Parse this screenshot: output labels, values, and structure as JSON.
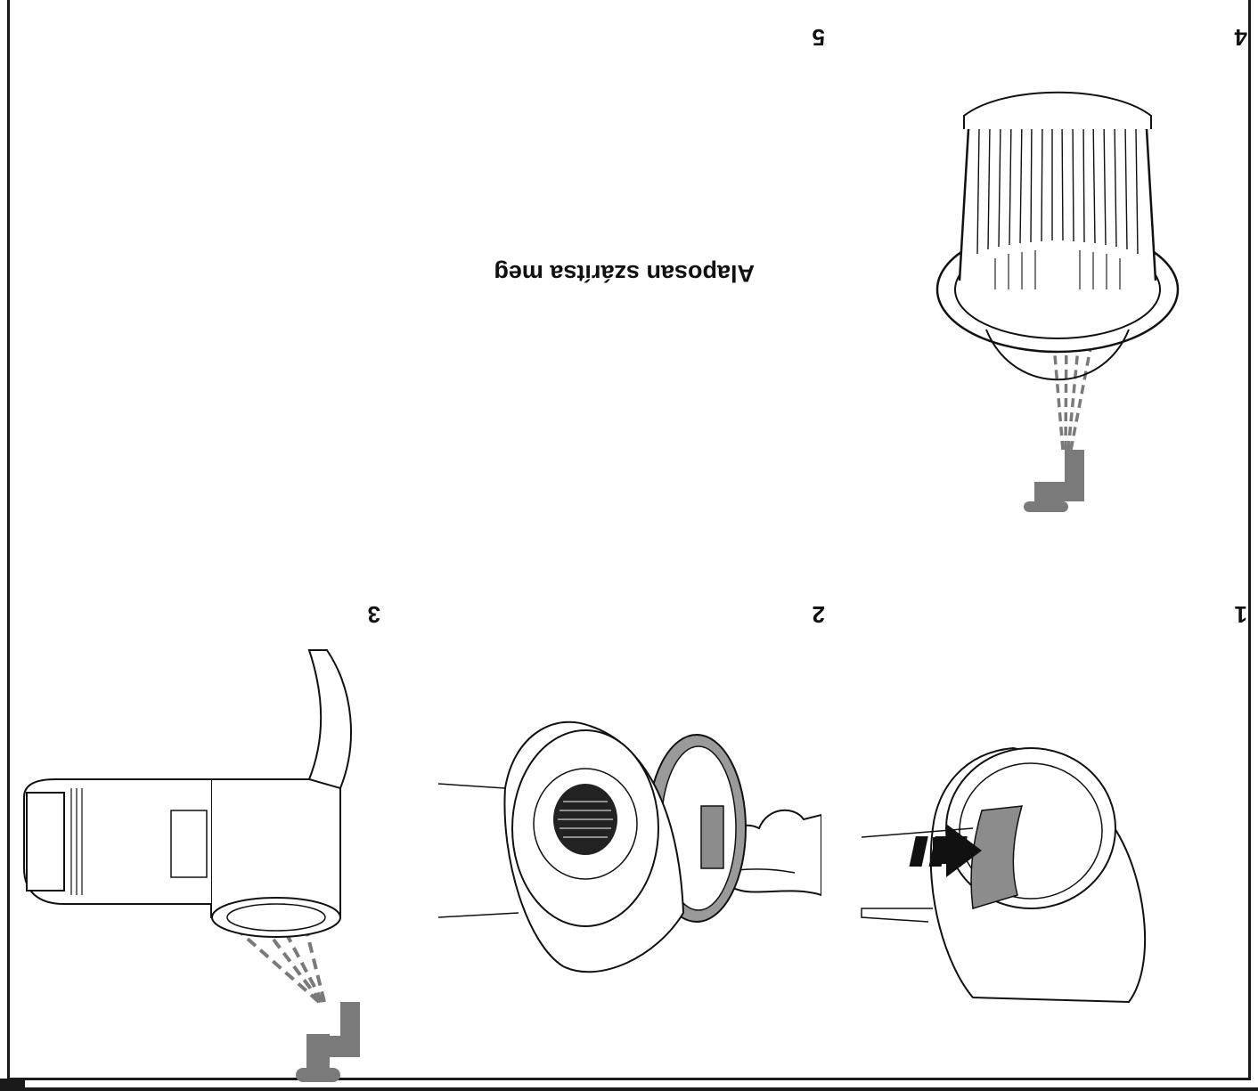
{
  "steps": [
    {
      "number": "1",
      "illustration": "push-release-button-on-dust-container"
    },
    {
      "number": "2",
      "illustration": "open-dust-container-lid"
    },
    {
      "number": "3",
      "illustration": "rinse-dust-container-under-tap"
    },
    {
      "number": "4",
      "illustration": "rinse-cylindrical-filter-under-tap"
    },
    {
      "number": "5",
      "caption": "Alaposan szárítsa meg"
    }
  ],
  "icons": {
    "tap": "faucet-icon",
    "arrow": "push-arrow-icon"
  },
  "colors": {
    "ink": "#111111",
    "highlight_gray": "#8c8c8c",
    "tap_gray": "#7a7a7a"
  }
}
